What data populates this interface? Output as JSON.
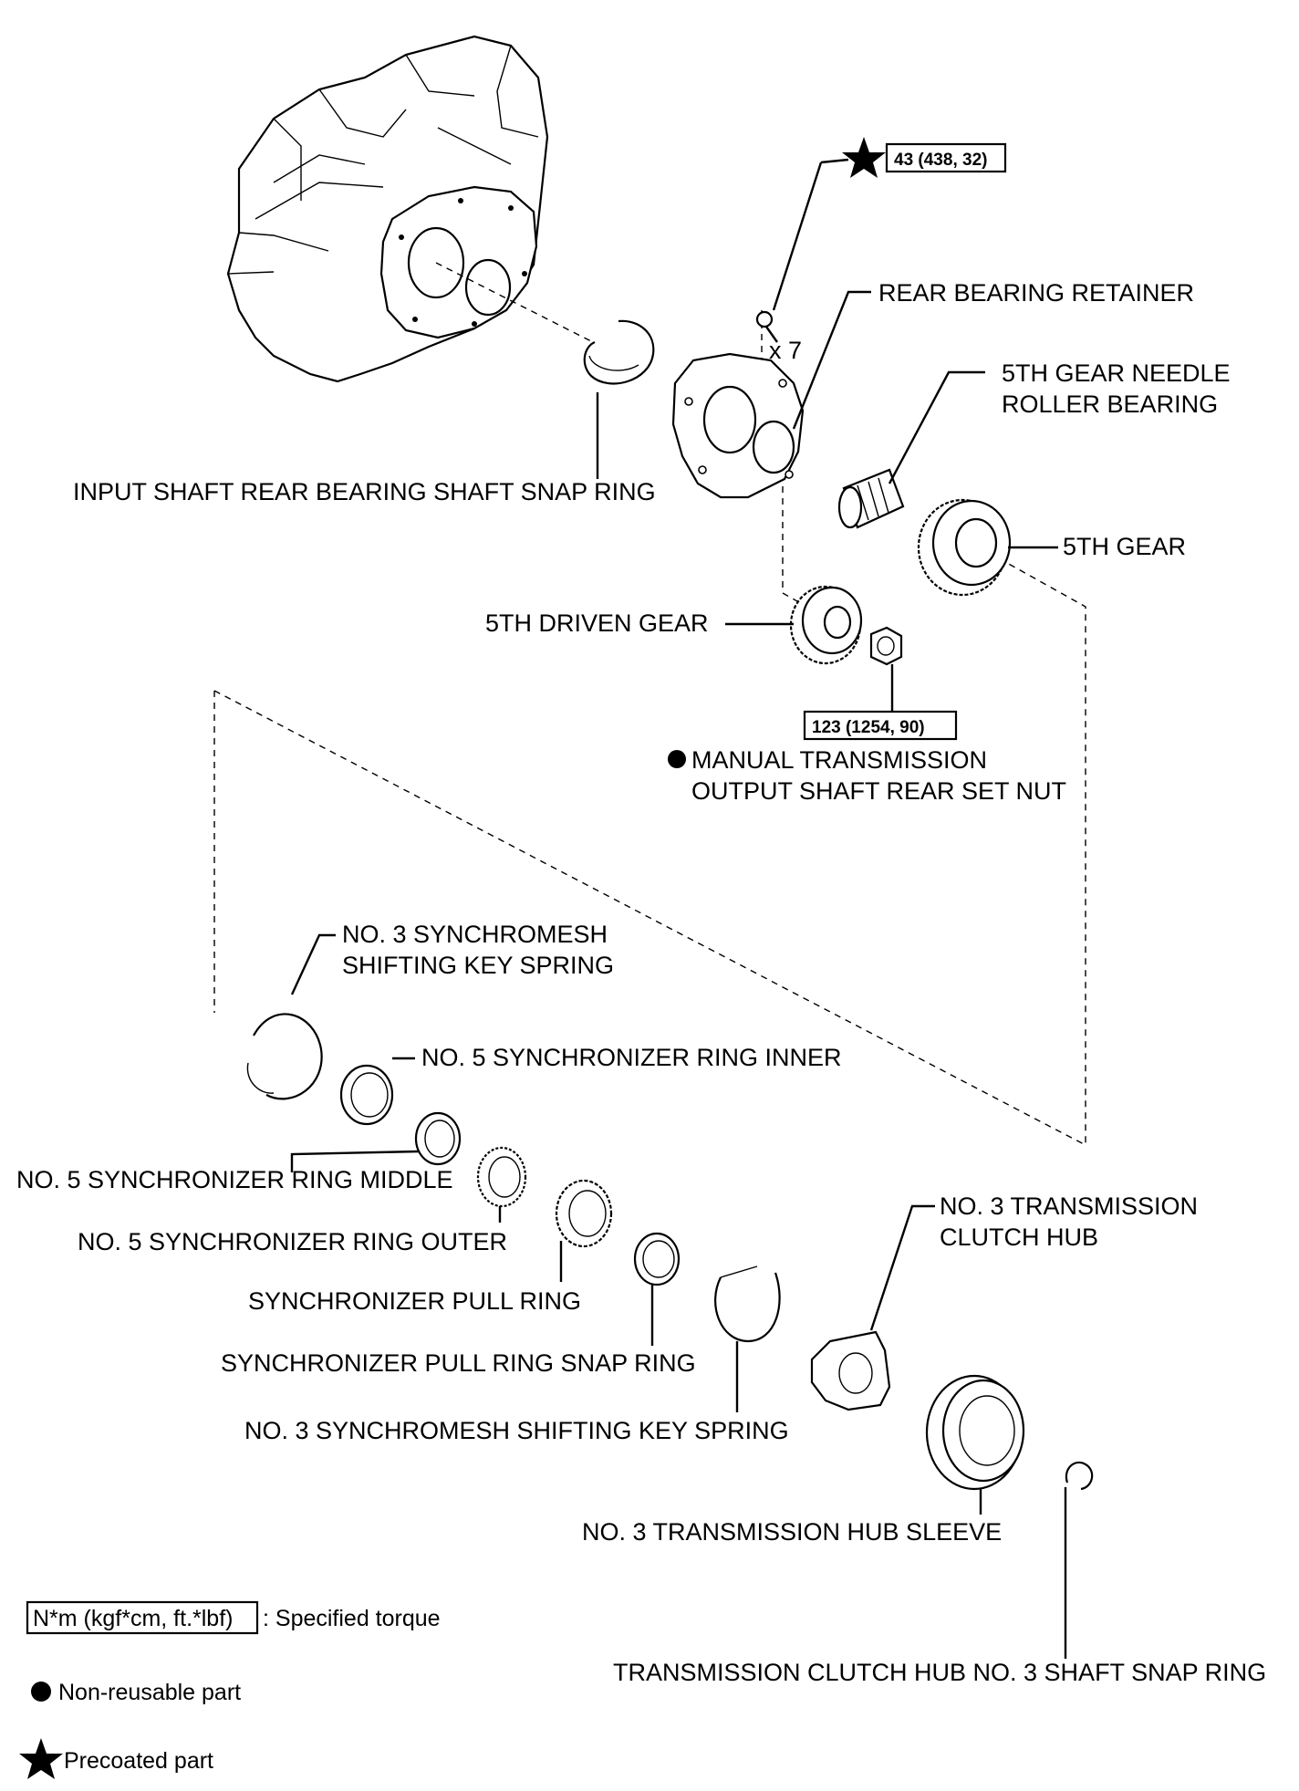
{
  "labels": {
    "input_snap_ring": "INPUT SHAFT REAR BEARING SHAFT SNAP RING",
    "rear_bearing_retainer": "REAR BEARING RETAINER",
    "needle_bearing_1": "5TH GEAR NEEDLE",
    "needle_bearing_2": "ROLLER BEARING",
    "fifth_gear": "5TH GEAR",
    "fifth_driven_gear": "5TH DRIVEN GEAR",
    "set_nut_1": "MANUAL TRANSMISSION",
    "set_nut_2": "OUTPUT SHAFT REAR SET NUT",
    "key_spring_top_1": "NO. 3 SYNCHROMESH",
    "key_spring_top_2": "SHIFTING KEY SPRING",
    "ring_inner": "NO. 5 SYNCHRONIZER RING INNER",
    "ring_middle": "NO. 5 SYNCHRONIZER RING MIDDLE",
    "ring_outer": "NO. 5 SYNCHRONIZER RING OUTER",
    "pull_ring": "SYNCHRONIZER PULL RING",
    "pull_ring_snap": "SYNCHRONIZER PULL RING SNAP RING",
    "key_spring_bottom": "NO. 3 SYNCHROMESH SHIFTING KEY SPRING",
    "clutch_hub_1": "NO. 3 TRANSMISSION",
    "clutch_hub_2": "CLUTCH HUB",
    "hub_sleeve": "NO. 3 TRANSMISSION HUB SLEEVE",
    "hub_snap_ring": "TRANSMISSION CLUTCH HUB NO. 3 SHAFT SNAP RING",
    "bolt_qty": "x 7"
  },
  "torques": {
    "retainer_bolt": "43 (438, 32)",
    "set_nut": "123 (1254, 90)"
  },
  "legend": {
    "torque_box": "N*m (kgf*cm, ft.*lbf)",
    "torque_desc": ": Specified torque",
    "non_reusable": "Non-reusable part",
    "precoated": "Precoated part"
  }
}
